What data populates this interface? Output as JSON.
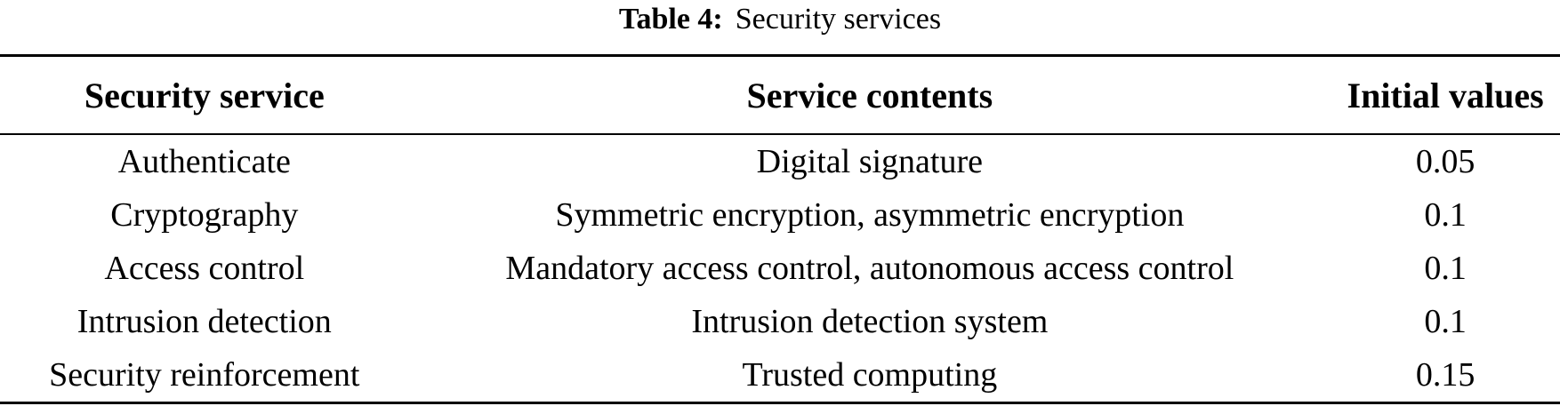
{
  "caption": {
    "label": "Table 4:",
    "text": "Security services"
  },
  "table": {
    "columns": [
      "Security service",
      "Service contents",
      "Initial values"
    ],
    "rows": [
      {
        "service": "Authenticate",
        "contents": "Digital signature",
        "value": "0.05"
      },
      {
        "service": "Cryptography",
        "contents": "Symmetric encryption, asymmetric encryption",
        "value": "0.1"
      },
      {
        "service": "Access control",
        "contents": "Mandatory access control, autonomous access control",
        "value": "0.1"
      },
      {
        "service": "Intrusion detection",
        "contents": "Intrusion detection system",
        "value": "0.1"
      },
      {
        "service": "Security reinforcement",
        "contents": "Trusted computing",
        "value": "0.15"
      }
    ]
  },
  "colors": {
    "text": "#000000",
    "background": "#ffffff",
    "rule": "#000000"
  }
}
